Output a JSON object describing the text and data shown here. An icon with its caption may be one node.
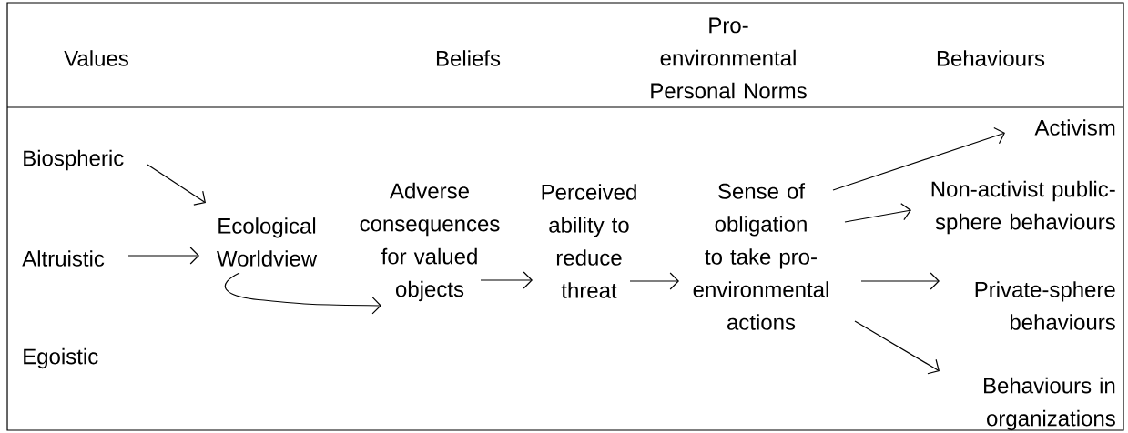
{
  "diagram": {
    "nodes": [
      {
        "text": [
          "Biospheric"
        ]
      },
      {
        "text": [
          "Altruistic"
        ]
      },
      {
        "text": [
          "Egoistic"
        ]
      },
      {
        "text": [
          "Ecological Worldview"
        ]
      },
      {
        "text": [
          "Adverse consequences for valued objects"
        ]
      },
      {
        "text": [
          "Perceived ability to reduce threat"
        ]
      },
      {
        "text": [
          "Sense of obligation to take pro-environmental actions"
        ]
      },
      {
        "text": [
          "Activism"
        ]
      },
      {
        "text": [
          "Non-activist public-sphere behaviours"
        ]
      },
      {
        "text": [
          "Private-sphere behaviours"
        ]
      },
      {
        "text": [
          "Behaviours in organizations"
        ]
      }
    ],
    "edges": [
      {
        "from": 0,
        "to": 3,
        "arrow": "to"
      },
      {
        "from": 1,
        "to": 3,
        "arrow": "to"
      },
      {
        "from": 3,
        "to": 4,
        "arrow": "to"
      },
      {
        "from": 4,
        "to": 5,
        "arrow": "to"
      },
      {
        "from": 5,
        "to": 6,
        "arrow": "to"
      },
      {
        "from": 6,
        "to": 7,
        "arrow": "to"
      },
      {
        "from": 6,
        "to": 8,
        "arrow": "to"
      },
      {
        "from": 6,
        "to": 9,
        "arrow": "to"
      },
      {
        "from": 6,
        "to": 10,
        "arrow": "to"
      }
    ],
    "labels": [
      "Values",
      "Beliefs",
      "Pro-environmental Personal Norms",
      "Behaviours"
    ]
  }
}
